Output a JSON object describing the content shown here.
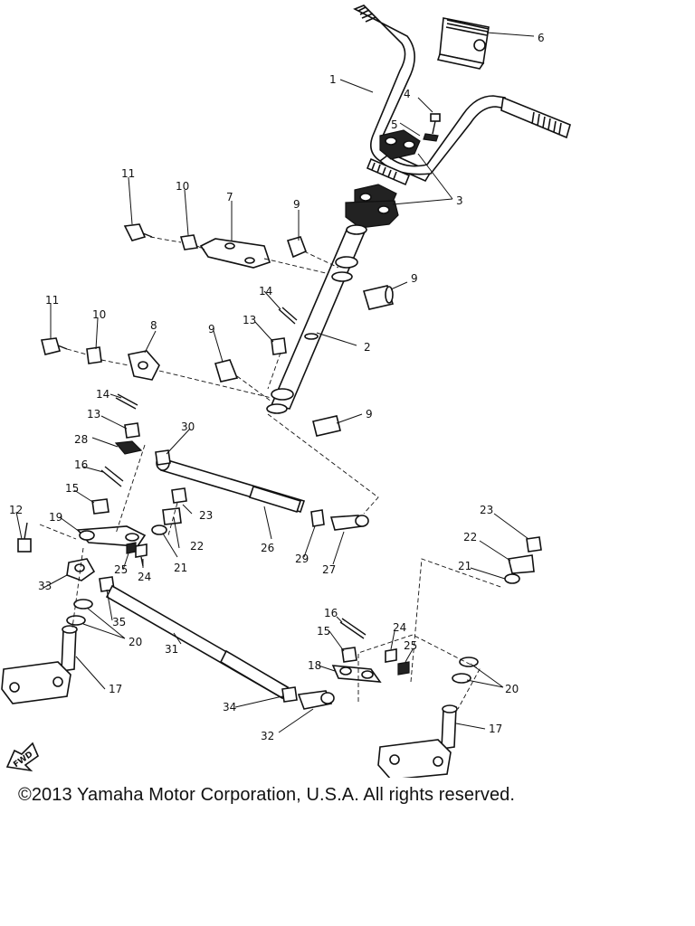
{
  "callouts": {
    "c1": "1",
    "c2": "2",
    "c3": "3",
    "c4": "4",
    "c5": "5",
    "c6": "6",
    "c7": "7",
    "c8": "8",
    "c9a": "9",
    "c9b": "9",
    "c9c": "9",
    "c9d": "9",
    "c10a": "10",
    "c10b": "10",
    "c11a": "11",
    "c11b": "11",
    "c12": "12",
    "c13a": "13",
    "c13b": "13",
    "c14a": "14",
    "c14b": "14",
    "c15a": "15",
    "c15b": "15",
    "c16a": "16",
    "c16b": "16",
    "c17a": "17",
    "c17b": "17",
    "c18": "18",
    "c19": "19",
    "c20a": "20",
    "c20b": "20",
    "c21a": "21",
    "c21b": "21",
    "c22a": "22",
    "c22b": "22",
    "c23a": "23",
    "c23b": "23",
    "c24a": "24",
    "c24b": "24",
    "c25a": "25",
    "c25b": "25",
    "c26": "26",
    "c27": "27",
    "c28": "28",
    "c29": "29",
    "c30": "30",
    "c31": "31",
    "c32": "32",
    "c33": "33",
    "c34": "34",
    "c35": "35"
  },
  "fwd_label": "FWD",
  "copyright": "©2013 Yamaha Motor Corporation, U.S.A. All rights reserved."
}
